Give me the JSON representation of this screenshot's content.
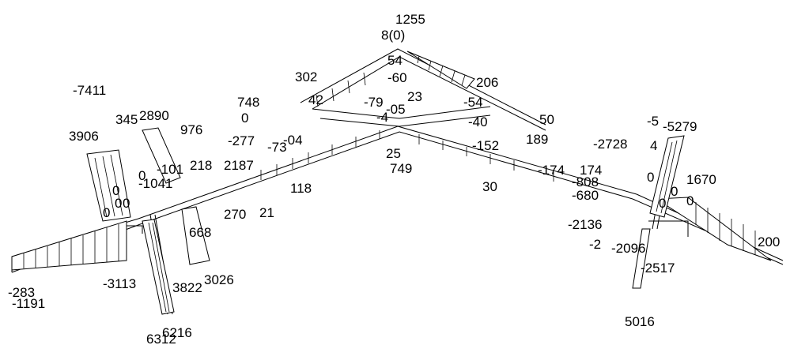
{
  "diagram": {
    "labels": [
      "1255",
      "8(0)",
      "54",
      "-60",
      "302",
      "42",
      "-79",
      "-05",
      "-4",
      "23",
      "-54",
      "-40",
      "206",
      "50",
      "748",
      "0",
      "-277",
      "-73",
      "-04",
      "25",
      "749",
      "-152",
      "189",
      "-174",
      "174",
      "-7411",
      "3906",
      "345",
      "2890",
      "976",
      "218",
      "2187",
      "-1041",
      "118",
      "270",
      "21",
      "668",
      "30",
      "-2728",
      "-5",
      "-5279",
      "4",
      "1670",
      "0",
      "0",
      "0",
      "0",
      "-808",
      "-680",
      "-2136",
      "-2",
      "-2096",
      "-2517",
      "200",
      "-283",
      "-1191",
      "-3113",
      "3822",
      "3026",
      "6216",
      "6312",
      "5016",
      "0",
      "0",
      "0",
      "-101",
      "0",
      "0"
    ]
  }
}
